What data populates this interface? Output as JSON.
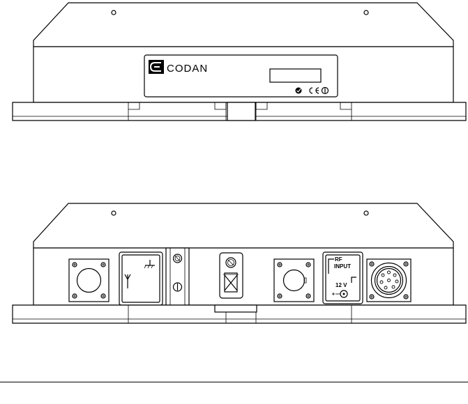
{
  "front_view": {
    "brand_name": "CODAN",
    "brand_logo": "codan-logo-icon",
    "compliance_marks": [
      "c-tick-icon",
      "ce-alert-mark-icon"
    ]
  },
  "rear_view": {
    "rf_input_label": "RF",
    "rf_input_label_2": "INPUT",
    "power_label": "12 V",
    "symbols": [
      "antenna-icon",
      "ground-icon",
      "fuse-icon",
      "weee-bin-icon"
    ]
  },
  "colors": {
    "line": "#000000",
    "background": "#ffffff"
  }
}
